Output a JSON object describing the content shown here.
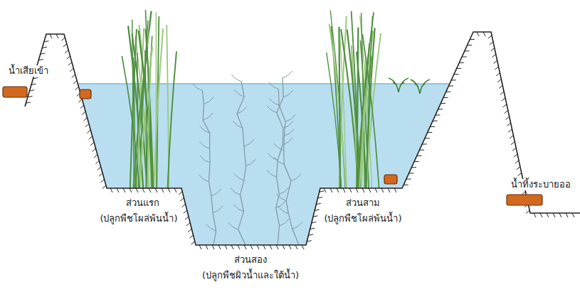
{
  "diagram": {
    "labels": [
      "น้ำเสียเข้า",
      "น้ำทิ้งระบายออ",
      "ส่วนแรก",
      "(ปลูกพืชโผล่พ้นน้ำ)",
      "ส่วนสาม",
      "(ปลูกพืชโผล่พ้นน้ำ)",
      "ส่วนสอง",
      "(ปลูกพืชผิวน้ำและใต้น้ำ)"
    ]
  }
}
